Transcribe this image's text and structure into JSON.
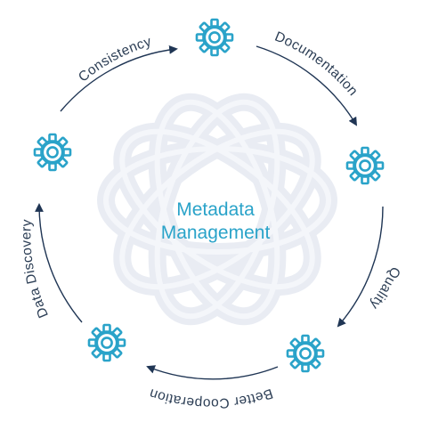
{
  "diagram": {
    "center_title": [
      "Metadata",
      "Management"
    ],
    "steps": [
      {
        "id": "documentation",
        "label": "Documentation"
      },
      {
        "id": "quality",
        "label": "Quality"
      },
      {
        "id": "better-cooperation",
        "label": "Better Cooperation"
      },
      {
        "id": "data-discovery",
        "label": "Data Discovery"
      },
      {
        "id": "consistency",
        "label": "Consistency"
      }
    ],
    "nodes": [
      {
        "id": "top",
        "icon": "gear-icon"
      },
      {
        "id": "right",
        "icon": "gear-icon"
      },
      {
        "id": "bottom-right",
        "icon": "gear-icon"
      },
      {
        "id": "bottom-left",
        "icon": "gear-icon"
      },
      {
        "id": "left",
        "icon": "gear-icon"
      }
    ],
    "colors": {
      "gear": "#2aa3c9",
      "arrow": "#1f3554",
      "label": "#2c3e55",
      "center_text": "#2aa3c9",
      "watermark": "#e8ecf3"
    }
  }
}
